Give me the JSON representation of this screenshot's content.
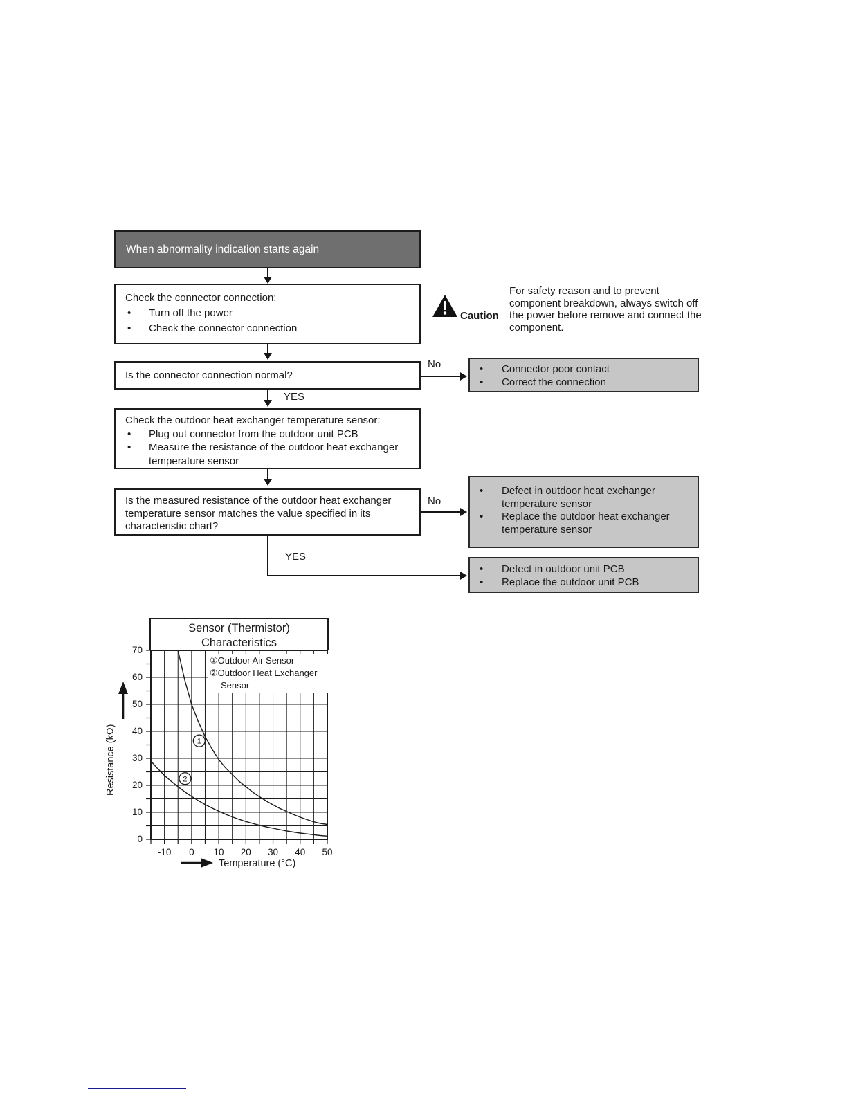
{
  "colors": {
    "start_bg": "#6f6f6f",
    "result_bg": "#c6c6c6",
    "line": "#161616",
    "link_line": "#1a1a8c"
  },
  "flowchart": {
    "start": {
      "label": "When abnormality indication starts again"
    },
    "step1": {
      "title": "Check the connector connection:",
      "bullets": [
        "Turn off the power",
        "Check the connector connection"
      ]
    },
    "caution": {
      "label": "Caution",
      "text": "For safety reason and to prevent component breakdown, always switch off the power before remove and connect the component."
    },
    "q1": {
      "text": "Is the connector connection normal?",
      "no_label": "No",
      "yes_label": "YES"
    },
    "r1": {
      "bullets": [
        "Connector poor contact",
        "Correct the connection"
      ]
    },
    "step2": {
      "title": "Check the outdoor heat exchanger temperature sensor:",
      "bullets": [
        "Plug out connector from the outdoor unit PCB",
        "Measure the resistance of the outdoor heat exchanger temperature sensor"
      ]
    },
    "q2": {
      "text": "Is the measured resistance of the outdoor heat exchanger temperature sensor matches the value specified in its characteristic chart?",
      "no_label": "No",
      "yes_label": "YES"
    },
    "r2": {
      "bullets": [
        "Defect in outdoor heat exchanger temperature sensor",
        "Replace the outdoor heat exchanger temperature sensor"
      ]
    },
    "r3": {
      "bullets": [
        "Defect in outdoor unit PCB",
        "Replace the outdoor unit PCB"
      ]
    }
  },
  "chart_data": {
    "type": "line",
    "title": "Sensor (Thermistor) Characteristics",
    "title_lines": [
      "Sensor (Thermistor)",
      "Characteristics"
    ],
    "xlabel": "Temperature (°C)",
    "ylabel": "Resistance (kΩ)",
    "xlim": [
      -15,
      50
    ],
    "ylim": [
      0,
      70
    ],
    "grid_step": 5,
    "grid": true,
    "x_ticks": [
      -10,
      0,
      10,
      20,
      30,
      40,
      50
    ],
    "y_ticks": [
      0,
      10,
      20,
      30,
      40,
      50,
      60,
      70
    ],
    "legend_position": "top-right-inside",
    "legend": [
      {
        "symbol": "①",
        "label": "Outdoor Air Sensor"
      },
      {
        "symbol": "②",
        "label": "Outdoor Heat Exchanger Sensor"
      }
    ],
    "series": [
      {
        "name": "Outdoor Air Sensor",
        "marker": {
          "n": "1",
          "x": 2.8,
          "y": 36.5
        },
        "points": [
          [
            -5,
            70
          ],
          [
            -2.5,
            59
          ],
          [
            0,
            50
          ],
          [
            2.5,
            43.5
          ],
          [
            5,
            38
          ],
          [
            7.5,
            33.5
          ],
          [
            10,
            29.5
          ],
          [
            12.5,
            26.5
          ],
          [
            15,
            24
          ],
          [
            17.5,
            21.5
          ],
          [
            20,
            19.5
          ],
          [
            22.5,
            17.5
          ],
          [
            25,
            15.8
          ],
          [
            27.5,
            14.2
          ],
          [
            30,
            12.8
          ],
          [
            32.5,
            11.5
          ],
          [
            35,
            10.3
          ],
          [
            37.5,
            9.2
          ],
          [
            40,
            8.2
          ],
          [
            42.5,
            7.3
          ],
          [
            45,
            6.5
          ],
          [
            47.5,
            5.9
          ],
          [
            50,
            5.5
          ]
        ]
      },
      {
        "name": "Outdoor Heat Exchanger Sensor",
        "marker": {
          "n": "2",
          "x": -2.4,
          "y": 22.5
        },
        "points": [
          [
            -15,
            29
          ],
          [
            -12.5,
            26.2
          ],
          [
            -10,
            23.7
          ],
          [
            -7.5,
            21.5
          ],
          [
            -5,
            19.5
          ],
          [
            -2.5,
            17.6
          ],
          [
            0,
            15.9
          ],
          [
            2.5,
            14.3
          ],
          [
            5,
            12.9
          ],
          [
            7.5,
            11.6
          ],
          [
            10,
            10.4
          ],
          [
            12.5,
            9.3
          ],
          [
            15,
            8.3
          ],
          [
            17.5,
            7.4
          ],
          [
            20,
            6.6
          ],
          [
            22.5,
            5.9
          ],
          [
            25,
            5.2
          ],
          [
            27.5,
            4.6
          ],
          [
            30,
            4.1
          ],
          [
            32.5,
            3.6
          ],
          [
            35,
            3.1
          ],
          [
            37.5,
            2.7
          ],
          [
            40,
            2.3
          ],
          [
            42.5,
            2.0
          ],
          [
            45,
            1.7
          ],
          [
            47.5,
            1.4
          ],
          [
            50,
            1.2
          ]
        ]
      }
    ]
  }
}
